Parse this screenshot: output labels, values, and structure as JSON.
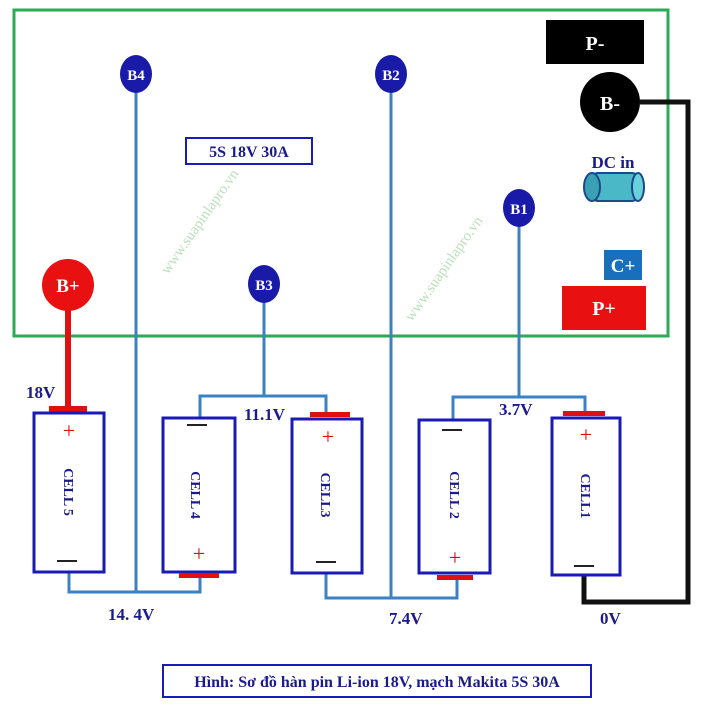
{
  "board": {
    "title": "5S 18V 30A",
    "pads": {
      "p_minus": "P-",
      "b_minus": "B-",
      "dc_in": "DC in",
      "c_plus": "C+",
      "p_plus": "P+",
      "b_plus": "B+"
    },
    "balance": {
      "b1": "B1",
      "b2": "B2",
      "b3": "B3",
      "b4": "B4"
    }
  },
  "cells": [
    {
      "label": "CELL 5"
    },
    {
      "label": "CELL 4"
    },
    {
      "label": "CELL3"
    },
    {
      "label": "CELL 2"
    },
    {
      "label": "CELL1"
    }
  ],
  "voltages": {
    "v18": "18V",
    "v14": "14. 4V",
    "v11": "11.1V",
    "v7": "7.4V",
    "v3": "3.7V",
    "v0": "0V"
  },
  "caption": "Hình: Sơ đồ hàn pin Li-ion 18V, mạch Makita 5S 30A",
  "watermark": "www.suapinlapro.vn",
  "colors": {
    "board": "#2eaa55",
    "wire": "#3b82c4",
    "cell": "#1a1ab4",
    "positive": "#e01010",
    "pad_blue": "#1a1aa8",
    "cplus": "#1a6fbd"
  }
}
